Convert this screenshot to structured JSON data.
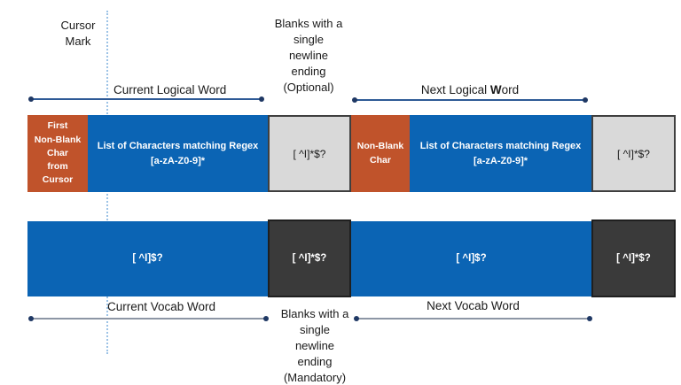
{
  "annotations": {
    "cursor_mark": "Cursor\nMark",
    "blanks_optional": "Blanks with a\nsingle\nnewline\nending\n(Optional)",
    "blanks_mandatory": "Blanks with a\nsingle\nnewline\nending\n(Mandatory)"
  },
  "brackets": {
    "current_logical_word": "Current Logical Word",
    "next_logical_word": {
      "pre": "Next Logical ",
      "bold": "W",
      "post": "ord"
    },
    "current_vocab_word": "Current Vocab Word",
    "next_vocab_word": "Next Vocab Word"
  },
  "logical_row": {
    "blocks": [
      {
        "label": "First\nNon-Blank\nChar\nfrom\nCursor",
        "type": "orange"
      },
      {
        "label": "List of Characters matching Regex\n[a-zA-Z0-9]*",
        "type": "blue"
      },
      {
        "label": "[ ^I]*$?",
        "type": "light-gray"
      },
      {
        "label": "Non-Blank\nChar",
        "type": "orange"
      },
      {
        "label": "List of Characters matching Regex\n[a-zA-Z0-9]*",
        "type": "blue"
      },
      {
        "label": "[ ^I]*$?",
        "type": "light-gray"
      }
    ]
  },
  "vocab_row": {
    "blocks": [
      {
        "label": "[ ^I]$?",
        "type": "blue"
      },
      {
        "label": "[ ^I]*$?",
        "type": "dark-gray"
      },
      {
        "label": "[ ^I]$?",
        "type": "blue"
      },
      {
        "label": "[ ^I]*$?",
        "type": "dark-gray"
      }
    ]
  },
  "colors": {
    "blue": "#0B64B4",
    "orange": "#C0532B",
    "light_gray": "#D9D9D9",
    "light_gray_border": "#3F3F3F",
    "dark_gray": "#3A3A3A",
    "dark_gray_border": "#1F1F1F",
    "bracket_line_top": "#2E5A96",
    "bracket_line_bottom": "#8D96A5",
    "endpoint_dot": "#1F3864",
    "cursor_dotted_line": "#9DC3E6",
    "label_text": "#1A1A1A"
  }
}
